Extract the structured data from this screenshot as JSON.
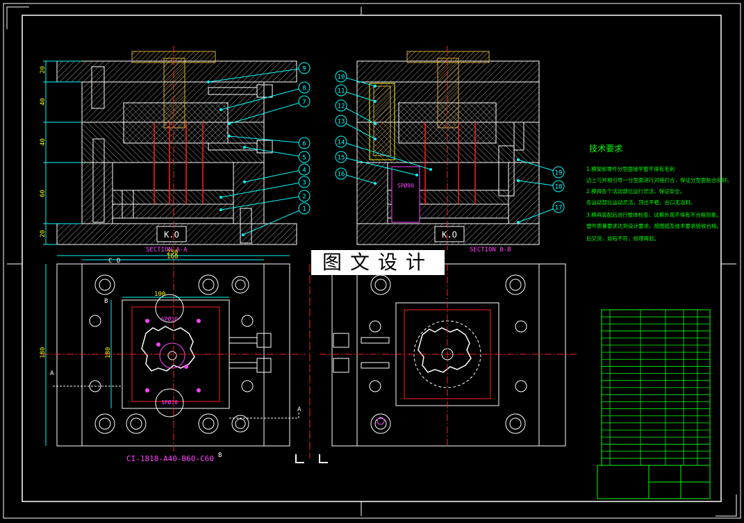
{
  "watermark": "图文设计",
  "sections": {
    "aa": "SECTION A-A",
    "bb": "SECTION B-B"
  },
  "ko_label": "K.O",
  "spec_code": "CI-1818-A40-B60-C60",
  "left_dims": [
    "20",
    "40",
    "40",
    "60",
    "20"
  ],
  "top_dims": {
    "w230": "230",
    "w160": "160",
    "w100": "100"
  },
  "side_dims": {
    "d180": "180",
    "d180b": "180"
  },
  "sprue_labels": {
    "top": "SPØ30",
    "bottom": "SPØ30",
    "bb": "SPØ90"
  },
  "balloons_right": [
    "9",
    "8",
    "7",
    "6",
    "5",
    "4",
    "3",
    "2",
    "1"
  ],
  "balloons_left": [
    "10",
    "11",
    "12",
    "13",
    "14",
    "15",
    "16"
  ],
  "balloons_bb_right": [
    "19",
    "18",
    "17"
  ],
  "marks": {
    "a": "A",
    "b": "B",
    "c": "C",
    "d": "D"
  },
  "tech": {
    "title": "技术要求",
    "lines": [
      "1.模架和零件分型面接平整不得有毛刺",
      "边上与并相引导一分型面进行对接打合，保证分型面贴合良好。",
      "2.模具各个活动部位运行灵活，保证安全。",
      "各运动部位运动灵活，顶出平稳，合口无溢料。",
      "3.模具装配后进行整体检查，试模外观不得有不合格现象。",
      "塑件质量要求达到设计要求，按图纸及技术要求验收合格。",
      "后交货，如有不符，修理再验。"
    ]
  },
  "colors": {
    "line": "#ffffff",
    "hatch": "#8a8a8a",
    "cyan": "#00ffff",
    "green": "#00ff00",
    "red": "#ff2020",
    "magenta": "#ff44ff",
    "yellow": "#ffff00"
  }
}
